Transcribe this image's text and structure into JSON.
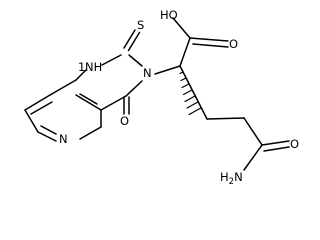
{
  "molecule": {
    "atoms": {
      "thione_sulfur": "S",
      "ring_nh": "NH",
      "ring_nh_prefix": "1",
      "acid_hydroxyl": "HO",
      "acid_carbonyl_oxygen": "O",
      "imide_nitrogen": "N",
      "ring_carbonyl_oxygen": "O",
      "pyridine_nitrogen": "N",
      "amide_oxygen": "O",
      "amide_nitrogen_h": "H",
      "amide_nitrogen_count": "2",
      "amide_nitrogen_symbol": "N"
    }
  }
}
